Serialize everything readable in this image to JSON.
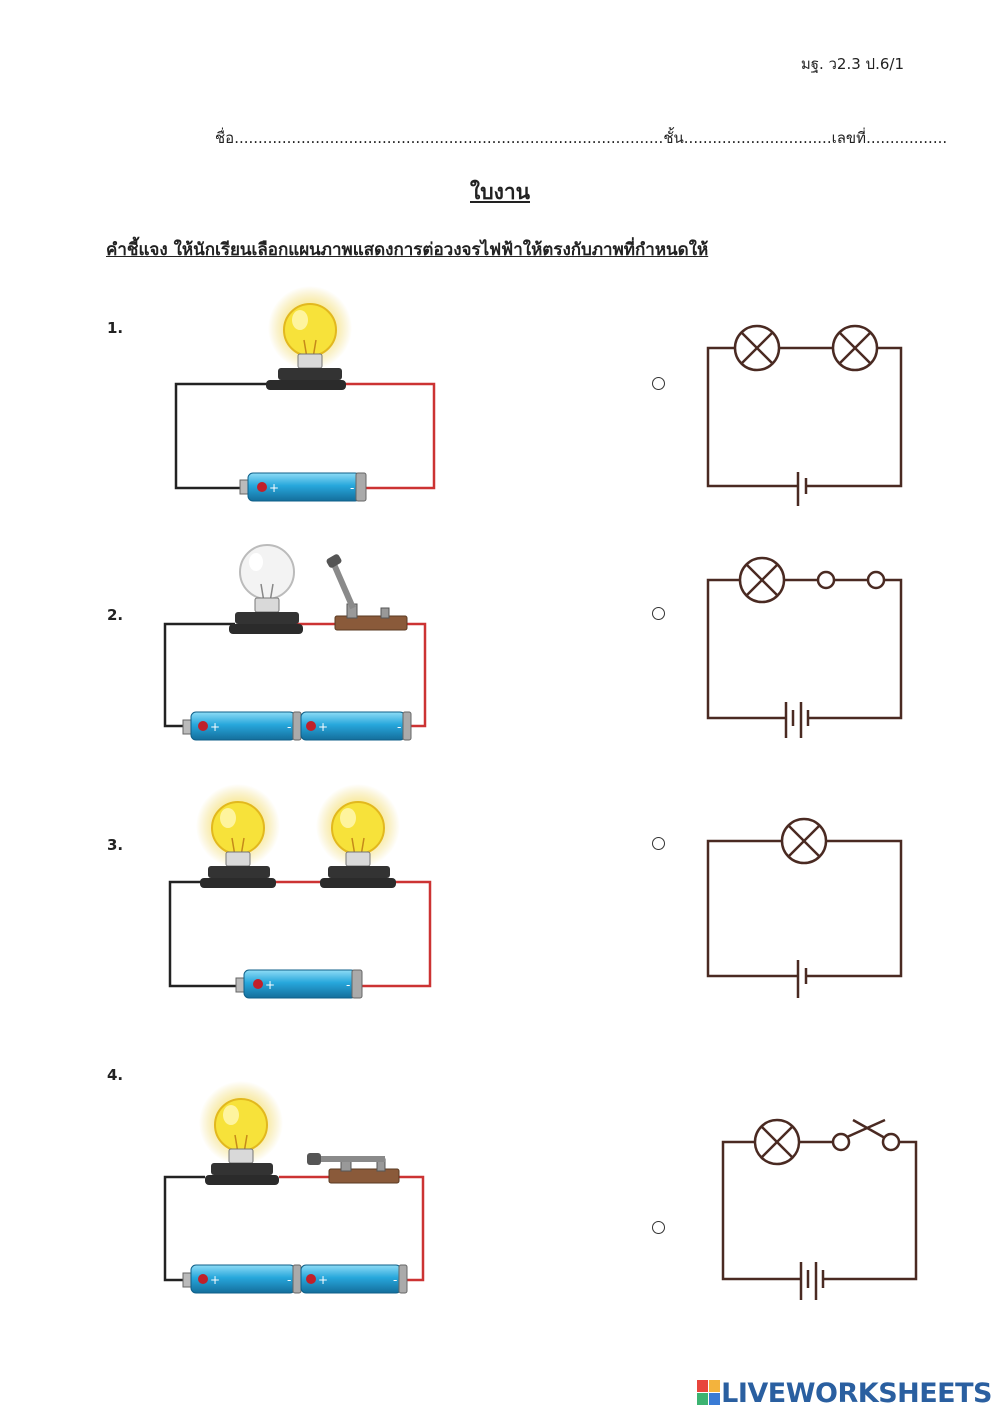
{
  "header": {
    "code": "มฐ. ว2.3 ป.6/1",
    "name_label": "ชื่อ",
    "name_dots": "..........................................................................................",
    "class_label": "ชั้น",
    "class_dots": "...............................",
    "number_label": "เลขที่",
    "number_dots": ".................",
    "title": "ใบงาน",
    "instruction": "คำชี้แจง ให้นักเรียนเลือกแผนภาพแสดงการต่อวงจรไฟฟ้าให้ตรงกับภาพที่กำหนดให้"
  },
  "questions": [
    {
      "number": "1."
    },
    {
      "number": "2."
    },
    {
      "number": "3."
    },
    {
      "number": "4."
    }
  ],
  "icons": {
    "bulb_lit": "lit-bulb-icon",
    "bulb_off": "unlit-bulb-icon",
    "battery": "battery-icon",
    "switch": "knife-switch-icon"
  },
  "colors": {
    "wire_red": "#cc3333",
    "wire_dark": "#222222",
    "schematic": "#4a2a22",
    "battery_blue": "#27a7dc",
    "bulb_yellow": "#f7e23a",
    "switch_brown": "#8a5a3a",
    "logo_blue": "#2a5fa0"
  },
  "footer": {
    "logo_prefix": "LIVE",
    "logo_text": "LIVEWORKSHEETS"
  }
}
